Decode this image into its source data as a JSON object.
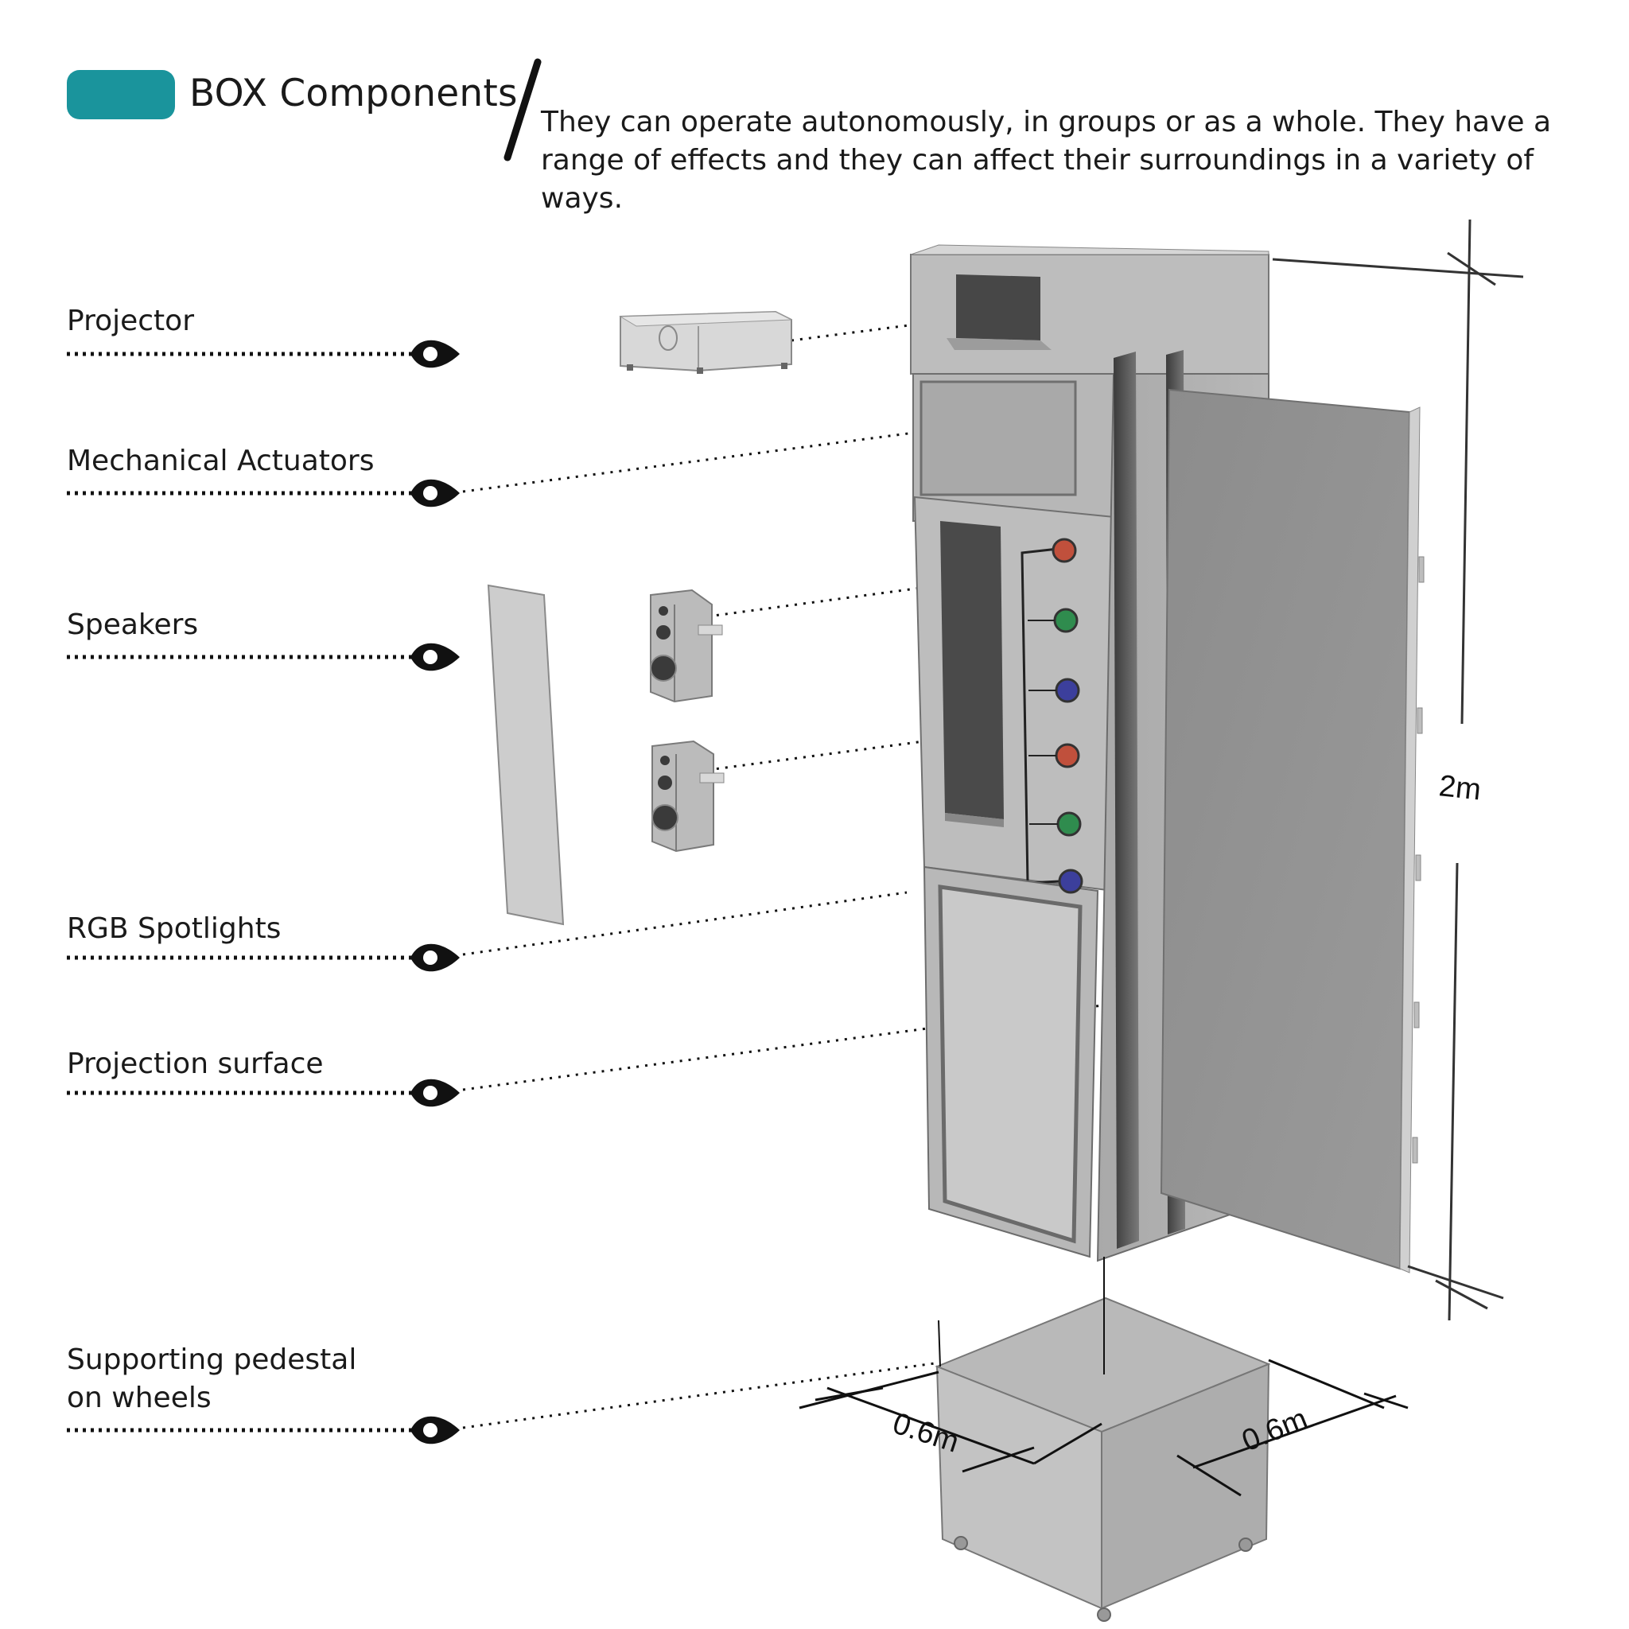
{
  "header": {
    "title": "BOX Components",
    "description": "They can operate autonomously, in groups or as a whole. They have a range of effects and they can affect their surroundings in a variety of ways.",
    "accent_color": "#1a949c"
  },
  "components": [
    {
      "label": "Projector"
    },
    {
      "label": "Mechanical Actuators"
    },
    {
      "label": "Speakers"
    },
    {
      "label": "RGB Spotlights"
    },
    {
      "label": "Projection surface"
    },
    {
      "label": "Supporting pedestal on wheels"
    }
  ],
  "dimensions": {
    "height": "2m",
    "width": "0.6m",
    "depth": "0.6m"
  },
  "spotlight_colors": [
    "#c0503c",
    "#2f8c4e",
    "#3c3f9c",
    "#c0503c",
    "#2f8c4e",
    "#3c3f9c"
  ],
  "marker_icon": "pin-marker-icon"
}
